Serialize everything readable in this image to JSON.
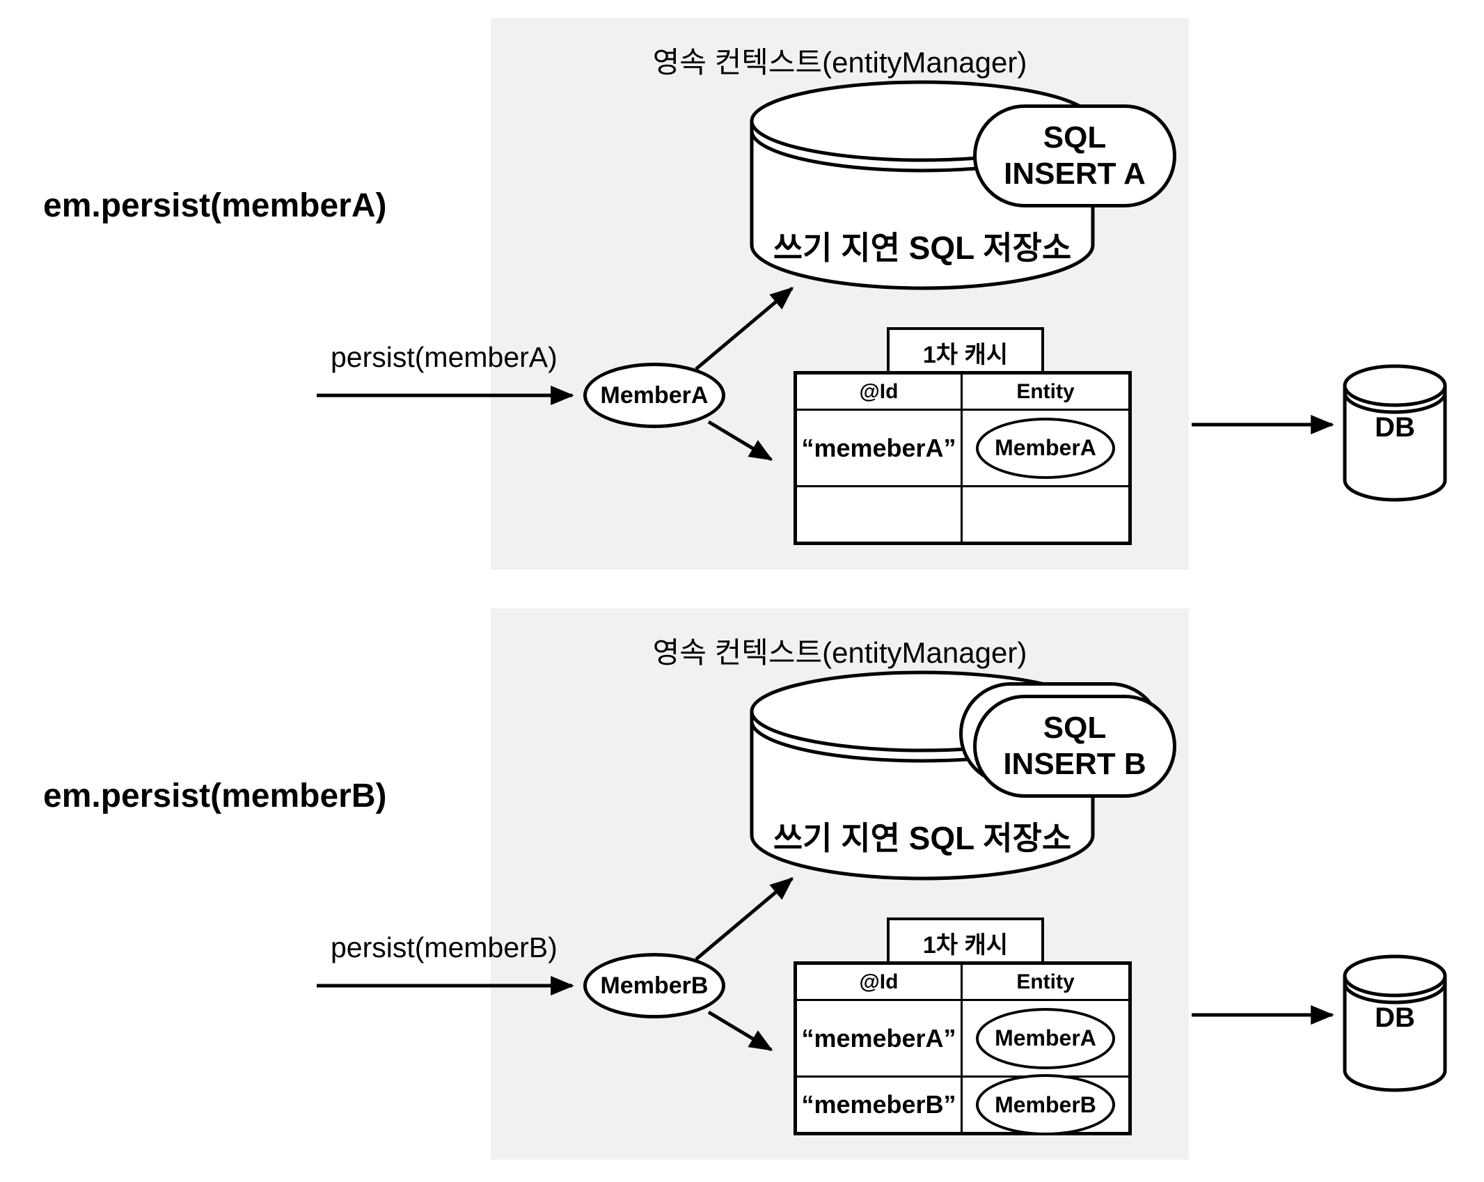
{
  "colors": {
    "panel_bg": "#f1f1f2",
    "ink": "#000000",
    "paper": "#ffffff"
  },
  "sections": [
    {
      "method_label": "em.persist(memberA)",
      "context_title": "영속 컨텍스트(entityManager)",
      "persist_label": "persist(memberA)",
      "entity_name": "MemberA",
      "store_label": "쓰기 지연 SQL 저장소",
      "sql_bubble": {
        "line1": "SQL",
        "line2": "INSERT A",
        "stacked_behind": false
      },
      "cache": {
        "title": "1차 캐시",
        "columns": [
          "@Id",
          "Entity"
        ],
        "rows": [
          {
            "id": "“memeberA”",
            "entity": "MemberA"
          },
          {
            "id": "",
            "entity": ""
          }
        ]
      },
      "db_label": "DB"
    },
    {
      "method_label": "em.persist(memberB)",
      "context_title": "영속 컨텍스트(entityManager)",
      "persist_label": "persist(memberB)",
      "entity_name": "MemberB",
      "store_label": "쓰기 지연 SQL 저장소",
      "sql_bubble": {
        "line1": "SQL",
        "line2": "INSERT B",
        "stacked_behind": true
      },
      "cache": {
        "title": "1차 캐시",
        "columns": [
          "@Id",
          "Entity"
        ],
        "rows": [
          {
            "id": "“memeberA”",
            "entity": "MemberA"
          },
          {
            "id": "“memeberB”",
            "entity": "MemberB"
          }
        ]
      },
      "db_label": "DB"
    }
  ]
}
